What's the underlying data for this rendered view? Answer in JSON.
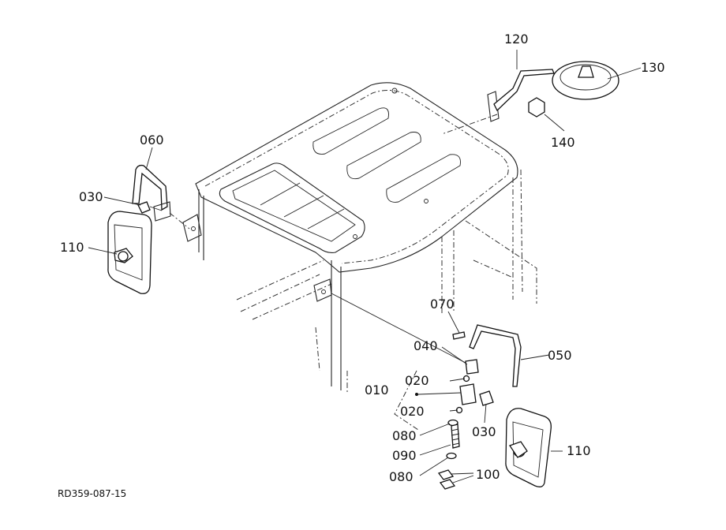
{
  "diagram": {
    "drawing_code": "RD359-087-15",
    "callouts": {
      "c010": "010",
      "c020a": "020",
      "c020b": "020",
      "c030a": "030",
      "c030b": "030",
      "c040": "040",
      "c050": "050",
      "c060": "060",
      "c070": "070",
      "c080a": "080",
      "c080b": "080",
      "c090": "090",
      "c100": "100",
      "c110a": "110",
      "c110b": "110",
      "c120": "120",
      "c130": "130",
      "c140": "140"
    }
  }
}
